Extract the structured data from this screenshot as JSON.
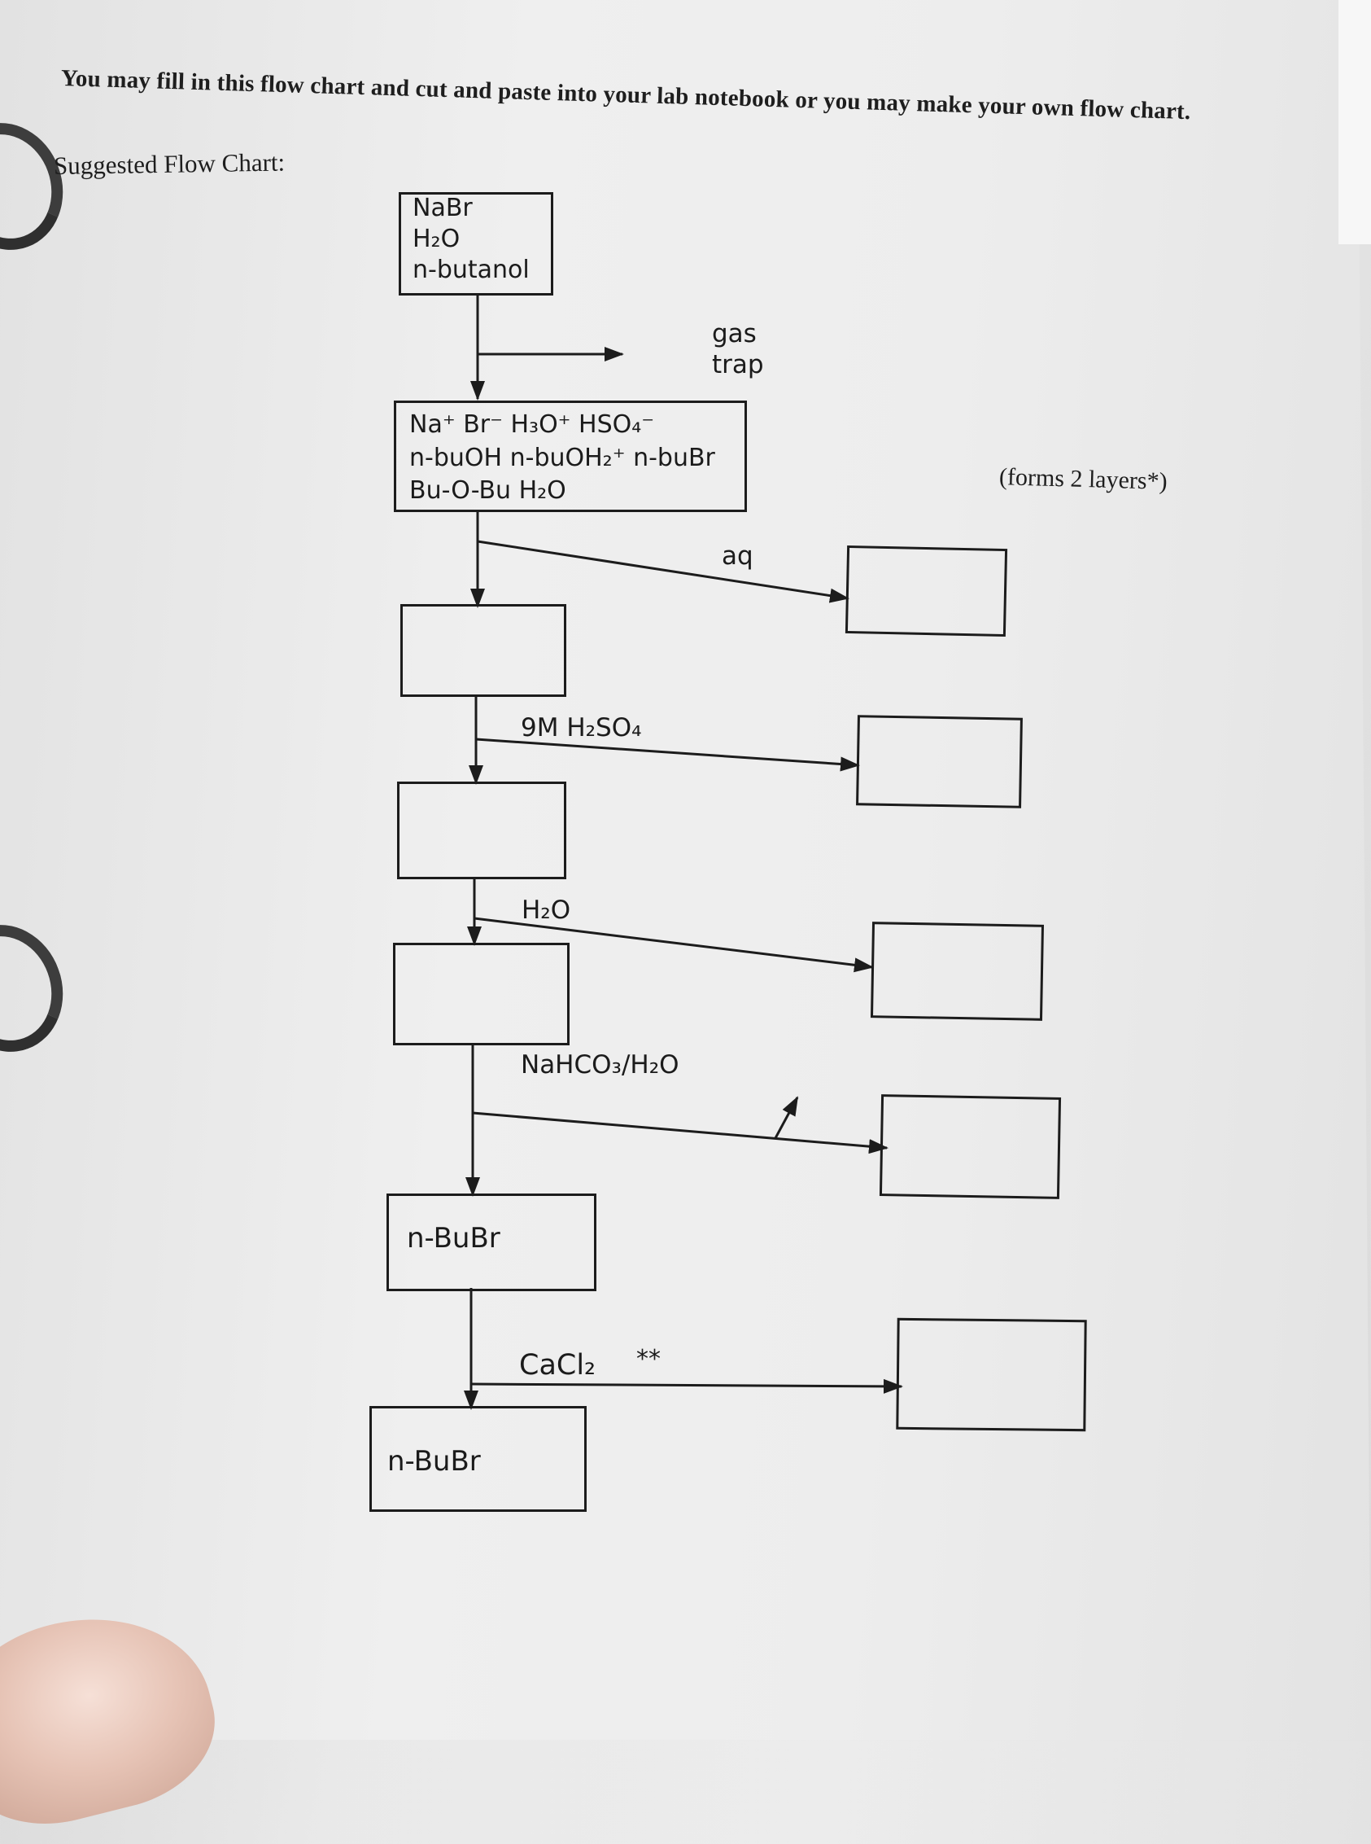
{
  "header": {
    "instruction": "You may fill in this flow chart and cut and paste into your lab notebook or you may make your own flow chart.",
    "subtitle": "Suggested Flow Chart:"
  },
  "flow": {
    "start_box": [
      "NaBr",
      "H₂O",
      "n-butanol"
    ],
    "gas_trap": [
      "gas",
      "trap"
    ],
    "mixture_box": [
      "Na⁺  Br⁻   H₃O⁺   HSO₄⁻",
      "n-buOH   n-buOH₂⁺   n-buBr",
      "Bu-O-Bu   H₂O"
    ],
    "forms_note": "(forms 2 layers*)",
    "aq_label": "aq",
    "h2so4_label": "9M H₂SO₄",
    "water_label": "H₂O",
    "bicarb_label": "NaHCO₃/H₂O",
    "product_box_1": "n-BuBr",
    "cacl2_label": "CaCl₂",
    "double_star": "**",
    "product_box_2": "n-BuBr"
  },
  "colors": {
    "line": "#1c1c1c",
    "paper": "#ececec",
    "ring": "#3d3d3d"
  }
}
